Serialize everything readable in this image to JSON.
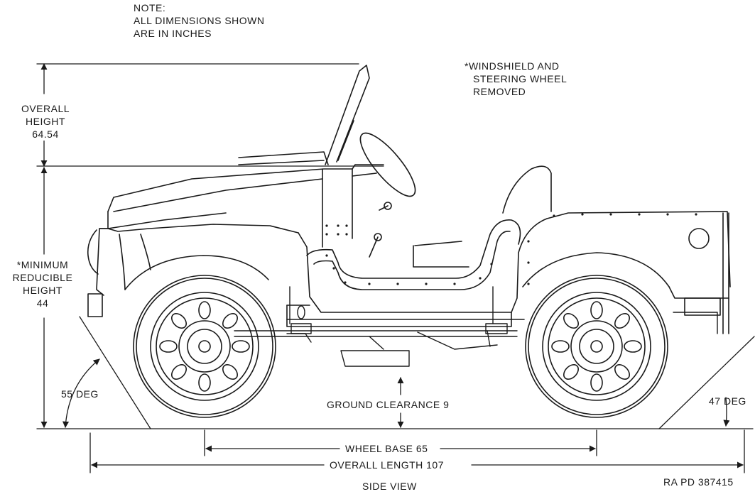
{
  "note": {
    "line1": "NOTE:",
    "line2": "ALL DIMENSIONS SHOWN",
    "line3": "ARE IN INCHES"
  },
  "windshield_note": {
    "line1": "*WINDSHIELD AND",
    "line2": "STEERING WHEEL",
    "line3": "REMOVED"
  },
  "overall_height": {
    "line1": "OVERALL",
    "line2": "HEIGHT",
    "value": "64.54"
  },
  "minimum_height": {
    "line1": "*MINIMUM",
    "line2": "REDUCIBLE",
    "line3": "HEIGHT",
    "value": "44"
  },
  "approach_angle": "55 DEG",
  "departure_angle": "47 DEG",
  "ground_clearance": "GROUND CLEARANCE 9",
  "wheel_base": "WHEEL BASE 65",
  "overall_length": "OVERALL LENGTH 107",
  "view_caption": "SIDE VIEW",
  "drawing_number": "RA PD 387415",
  "line_color": "#1a1a1a"
}
